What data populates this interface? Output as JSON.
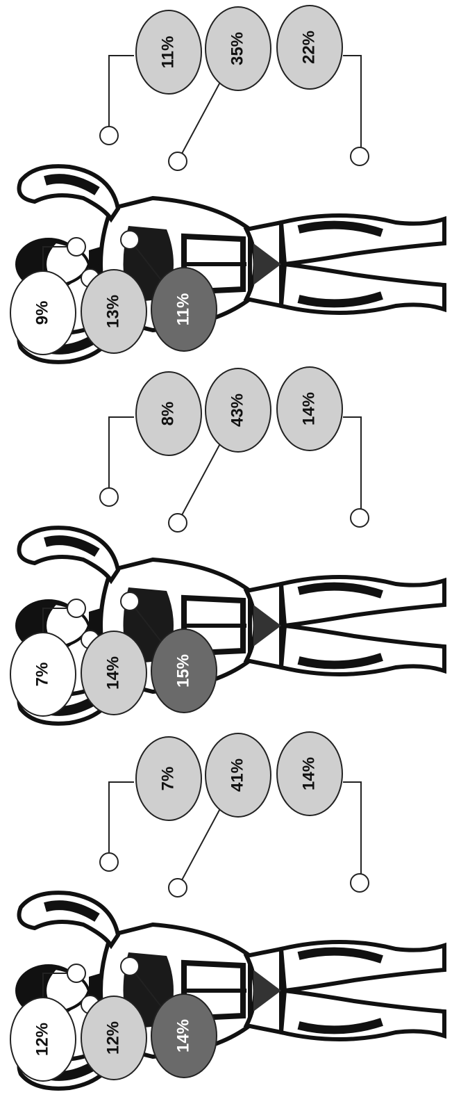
{
  "figures": [
    {
      "id": "figure-1",
      "labels": [
        "12%",
        "12%",
        "14%",
        "7%",
        "41%",
        "14%"
      ],
      "shades": [
        "white",
        "light",
        "dark",
        "light",
        "light",
        "light"
      ]
    },
    {
      "id": "figure-2",
      "labels": [
        "7%",
        "14%",
        "15%",
        "8%",
        "43%",
        "14%"
      ],
      "shades": [
        "white",
        "light",
        "dark",
        "light",
        "light",
        "light"
      ]
    },
    {
      "id": "figure-3",
      "labels": [
        "9%",
        "13%",
        "11%",
        "11%",
        "35%",
        "22%"
      ],
      "shades": [
        "white",
        "light",
        "dark",
        "light",
        "light",
        "light"
      ]
    }
  ],
  "colors": {
    "white": "#ffffff",
    "light": "#cfcfcf",
    "dark": "#6a6a6a",
    "stroke": "#222222",
    "body": "#111111"
  }
}
